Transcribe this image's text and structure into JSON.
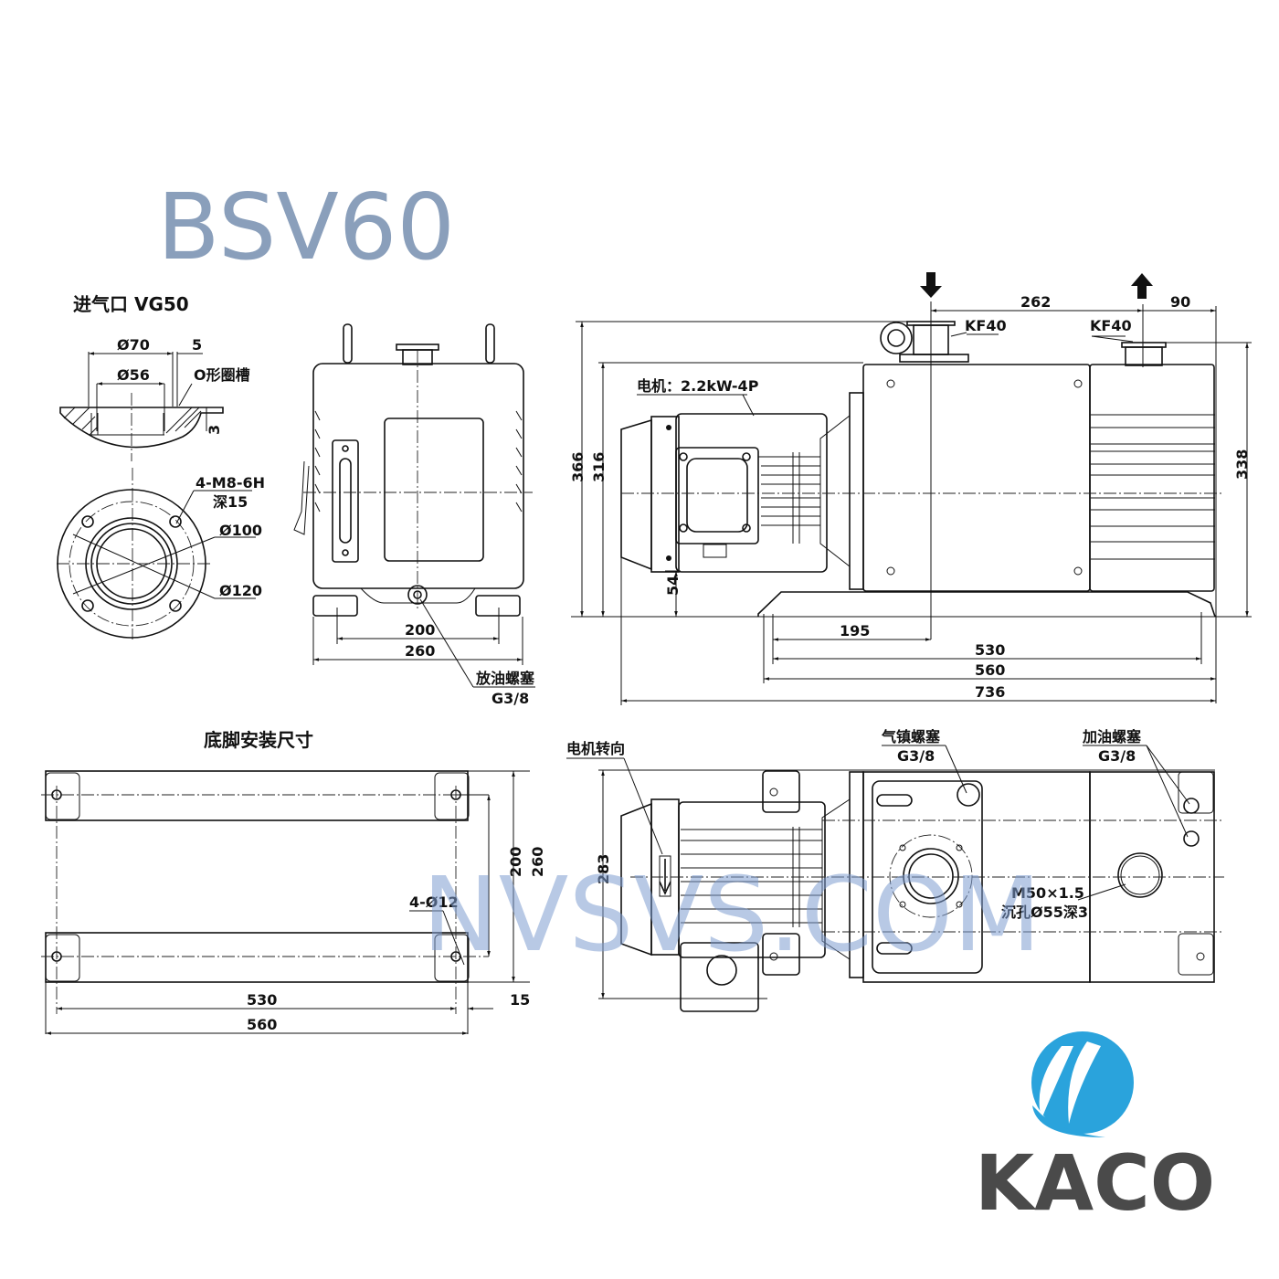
{
  "title": "BSV60",
  "watermark": "NVSVS.COM",
  "brand": {
    "name": "KACO",
    "logo_color": "#2aa3dc",
    "text_color": "#4a4a4a"
  },
  "colors": {
    "title": "#8a9fbb",
    "watermark": "#7d9dd0",
    "line": "#111111"
  },
  "inlet_view": {
    "heading": "进气口 VG50",
    "dims": {
      "d70": "Ø70",
      "d56": "Ø56",
      "w5": "5",
      "h3": "3",
      "oring": "O形圈槽"
    },
    "flange": {
      "tapped_holes": "4-M8-6H",
      "depth": "深15",
      "d100": "Ø100",
      "d120": "Ø120"
    }
  },
  "end_view": {
    "dims": {
      "w200": "200",
      "w260": "260"
    },
    "drain_plug": {
      "label": "放油螺塞",
      "spec": "G3/8"
    }
  },
  "side_view": {
    "motor": "电机：2.2kW-4P",
    "inlet_flange": "KF40",
    "outlet_flange": "KF40",
    "dims": {
      "d262": "262",
      "d90": "90",
      "h366": "366",
      "h316": "316",
      "h338": "338",
      "h54": "54",
      "d195": "195",
      "d530": "530",
      "d560": "560",
      "d736": "736"
    }
  },
  "foot_view": {
    "heading": "底脚安装尺寸",
    "dims": {
      "d530": "530",
      "d560": "560",
      "d15": "15",
      "d200": "200",
      "d260": "260",
      "holes": "4-Ø12"
    }
  },
  "top_view": {
    "motor_rotation": "电机转向",
    "gas_ballast": {
      "label": "气镇螺塞",
      "spec": "G3/8"
    },
    "oil_fill": {
      "label": "加油螺塞",
      "spec": "G3/8"
    },
    "port": {
      "thread": "M50×1.5",
      "counterbore": "沉孔Ø55深3"
    },
    "dims": {
      "h283": "283"
    }
  }
}
